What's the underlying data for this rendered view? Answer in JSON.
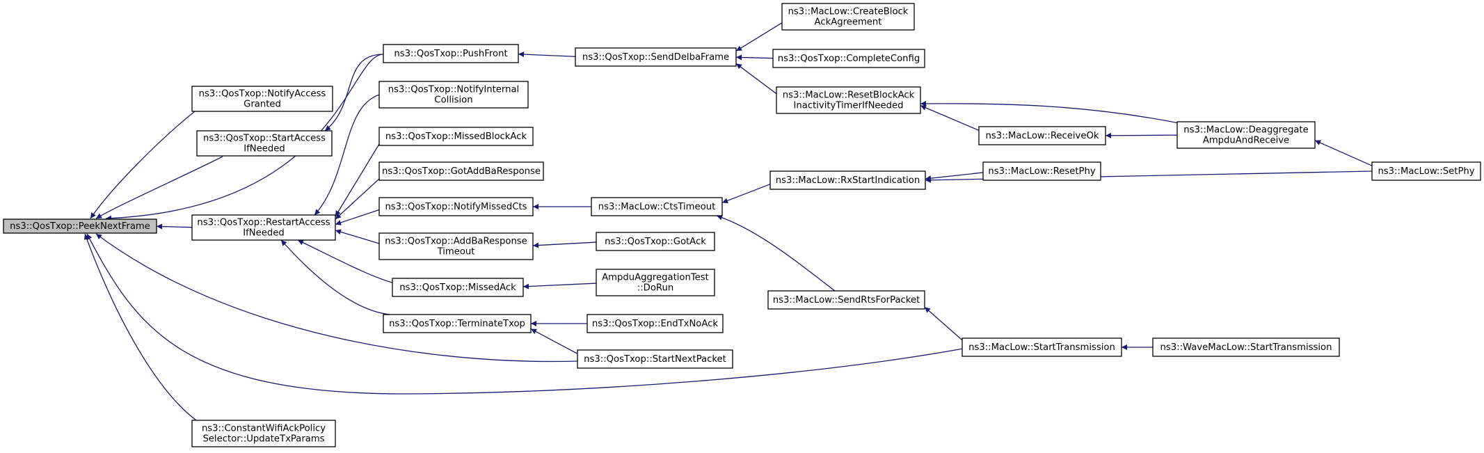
{
  "graph": {
    "edge_color": "#191970",
    "root_fill": "#bfbfbf",
    "nodes": [
      {
        "id": "peek",
        "lines": [
          "ns3::QosTxop::PeekNextFrame"
        ],
        "root": true
      },
      {
        "id": "notifyAccess",
        "lines": [
          "ns3::QosTxop::NotifyAccess",
          "Granted"
        ]
      },
      {
        "id": "startAccess",
        "lines": [
          "ns3::QosTxop::StartAccess",
          "IfNeeded"
        ]
      },
      {
        "id": "restartAccess",
        "lines": [
          "ns3::QosTxop::RestartAccess",
          "IfNeeded"
        ]
      },
      {
        "id": "constantWifi",
        "lines": [
          "ns3::ConstantWifiAckPolicy",
          "Selector::UpdateTxParams"
        ]
      },
      {
        "id": "pushFront",
        "lines": [
          "ns3::QosTxop::PushFront"
        ]
      },
      {
        "id": "notifyInternal",
        "lines": [
          "ns3::QosTxop::NotifyInternal",
          "Collision"
        ]
      },
      {
        "id": "missedBlockAck",
        "lines": [
          "ns3::QosTxop::MissedBlockAck"
        ]
      },
      {
        "id": "gotAddBa",
        "lines": [
          "ns3::QosTxop::GotAddBaResponse"
        ]
      },
      {
        "id": "notifyMissedCts",
        "lines": [
          "ns3::QosTxop::NotifyMissedCts"
        ]
      },
      {
        "id": "addBaTimeout",
        "lines": [
          "ns3::QosTxop::AddBaResponse",
          "Timeout"
        ]
      },
      {
        "id": "missedAck",
        "lines": [
          "ns3::QosTxop::MissedAck"
        ]
      },
      {
        "id": "terminateTxop",
        "lines": [
          "ns3::QosTxop::TerminateTxop"
        ]
      },
      {
        "id": "startNextPacket",
        "lines": [
          "ns3::QosTxop::StartNextPacket"
        ]
      },
      {
        "id": "sendDelba",
        "lines": [
          "ns3::QosTxop::SendDelbaFrame"
        ]
      },
      {
        "id": "ctsTimeout",
        "lines": [
          "ns3::MacLow::CtsTimeout"
        ]
      },
      {
        "id": "gotAck",
        "lines": [
          "ns3::QosTxop::GotAck"
        ]
      },
      {
        "id": "ampduTest",
        "lines": [
          "AmpduAggregationTest",
          "::DoRun"
        ]
      },
      {
        "id": "endTxNoAck",
        "lines": [
          "ns3::QosTxop::EndTxNoAck"
        ]
      },
      {
        "id": "createBlock",
        "lines": [
          "ns3::MacLow::CreateBlock",
          "AckAgreement"
        ]
      },
      {
        "id": "completeConfig",
        "lines": [
          "ns3::QosTxop::CompleteConfig"
        ]
      },
      {
        "id": "resetBlockAck",
        "lines": [
          "ns3::MacLow::ResetBlockAck",
          "InactivityTimerIfNeeded"
        ]
      },
      {
        "id": "rxStart",
        "lines": [
          "ns3::MacLow::RxStartIndication"
        ]
      },
      {
        "id": "sendRts",
        "lines": [
          "ns3::MacLow::SendRtsForPacket"
        ]
      },
      {
        "id": "receiveOk",
        "lines": [
          "ns3::MacLow::ReceiveOk"
        ]
      },
      {
        "id": "resetPhy",
        "lines": [
          "ns3::MacLow::ResetPhy"
        ]
      },
      {
        "id": "startTransmission",
        "lines": [
          "ns3::MacLow::StartTransmission"
        ]
      },
      {
        "id": "deaggregate",
        "lines": [
          "ns3::MacLow::Deaggregate",
          "AmpduAndReceive"
        ]
      },
      {
        "id": "waveStart",
        "lines": [
          "ns3::WaveMacLow::StartTransmission"
        ]
      },
      {
        "id": "setPhy",
        "lines": [
          "ns3::MacLow::SetPhy"
        ]
      }
    ],
    "edges": [
      {
        "from": "notifyAccess",
        "to": "peek"
      },
      {
        "from": "startAccess",
        "to": "peek"
      },
      {
        "from": "pushFront",
        "to": "peek"
      },
      {
        "from": "restartAccess",
        "to": "peek"
      },
      {
        "from": "startNextPacket",
        "to": "peek"
      },
      {
        "from": "startTransmission",
        "to": "peek"
      },
      {
        "from": "constantWifi",
        "to": "peek"
      },
      {
        "from": "pushFront",
        "to": "startAccess"
      },
      {
        "from": "notifyInternal",
        "to": "restartAccess"
      },
      {
        "from": "missedBlockAck",
        "to": "restartAccess"
      },
      {
        "from": "gotAddBa",
        "to": "restartAccess"
      },
      {
        "from": "notifyMissedCts",
        "to": "restartAccess"
      },
      {
        "from": "addBaTimeout",
        "to": "restartAccess"
      },
      {
        "from": "missedAck",
        "to": "restartAccess"
      },
      {
        "from": "terminateTxop",
        "to": "restartAccess"
      },
      {
        "from": "sendDelba",
        "to": "pushFront"
      },
      {
        "from": "ctsTimeout",
        "to": "notifyMissedCts"
      },
      {
        "from": "gotAck",
        "to": "addBaTimeout"
      },
      {
        "from": "ampduTest",
        "to": "missedAck"
      },
      {
        "from": "endTxNoAck",
        "to": "terminateTxop"
      },
      {
        "from": "startNextPacket",
        "to": "terminateTxop"
      },
      {
        "from": "createBlock",
        "to": "sendDelba"
      },
      {
        "from": "completeConfig",
        "to": "sendDelba"
      },
      {
        "from": "resetBlockAck",
        "to": "sendDelba"
      },
      {
        "from": "rxStart",
        "to": "ctsTimeout"
      },
      {
        "from": "sendRts",
        "to": "ctsTimeout"
      },
      {
        "from": "receiveOk",
        "to": "resetBlockAck"
      },
      {
        "from": "deaggregate",
        "to": "resetBlockAck"
      },
      {
        "from": "resetPhy",
        "to": "rxStart"
      },
      {
        "from": "setPhy",
        "to": "rxStart"
      },
      {
        "from": "startTransmission",
        "to": "sendRts"
      },
      {
        "from": "deaggregate",
        "to": "receiveOk"
      },
      {
        "from": "waveStart",
        "to": "startTransmission"
      },
      {
        "from": "setPhy",
        "to": "deaggregate"
      }
    ]
  }
}
